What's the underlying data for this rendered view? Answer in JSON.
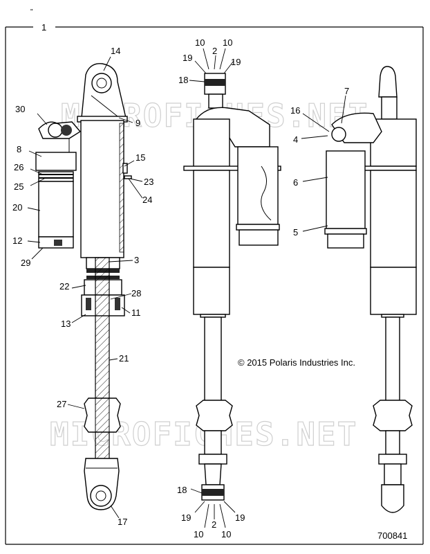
{
  "diagram": {
    "frame_label": "1",
    "copyright": "© 2015 Polaris Industries Inc.",
    "figure_number": "700841",
    "watermark": "MICROFICHES.NET",
    "callouts": [
      {
        "id": "c14",
        "text": "14"
      },
      {
        "id": "c30",
        "text": "30"
      },
      {
        "id": "c9",
        "text": "9"
      },
      {
        "id": "c8",
        "text": "8"
      },
      {
        "id": "c26",
        "text": "26"
      },
      {
        "id": "c25",
        "text": "25"
      },
      {
        "id": "c15",
        "text": "15"
      },
      {
        "id": "c23",
        "text": "23"
      },
      {
        "id": "c24",
        "text": "24"
      },
      {
        "id": "c20",
        "text": "20"
      },
      {
        "id": "c12",
        "text": "12"
      },
      {
        "id": "c29",
        "text": "29"
      },
      {
        "id": "c3",
        "text": "3"
      },
      {
        "id": "c22",
        "text": "22"
      },
      {
        "id": "c28",
        "text": "28"
      },
      {
        "id": "c11",
        "text": "11"
      },
      {
        "id": "c13",
        "text": "13"
      },
      {
        "id": "c21",
        "text": "21"
      },
      {
        "id": "c27",
        "text": "27"
      },
      {
        "id": "c17",
        "text": "17"
      },
      {
        "id": "c10a",
        "text": "10"
      },
      {
        "id": "c2a",
        "text": "2"
      },
      {
        "id": "c10b",
        "text": "10"
      },
      {
        "id": "c19a",
        "text": "19"
      },
      {
        "id": "c19b",
        "text": "19"
      },
      {
        "id": "c18a",
        "text": "18"
      },
      {
        "id": "c7",
        "text": "7"
      },
      {
        "id": "c16",
        "text": "16"
      },
      {
        "id": "c4",
        "text": "4"
      },
      {
        "id": "c6",
        "text": "6"
      },
      {
        "id": "c5",
        "text": "5"
      },
      {
        "id": "c18b",
        "text": "18"
      },
      {
        "id": "c19c",
        "text": "19"
      },
      {
        "id": "c2b",
        "text": "2"
      },
      {
        "id": "c19d",
        "text": "19"
      },
      {
        "id": "c10c",
        "text": "10"
      },
      {
        "id": "c10d",
        "text": "10"
      }
    ]
  }
}
